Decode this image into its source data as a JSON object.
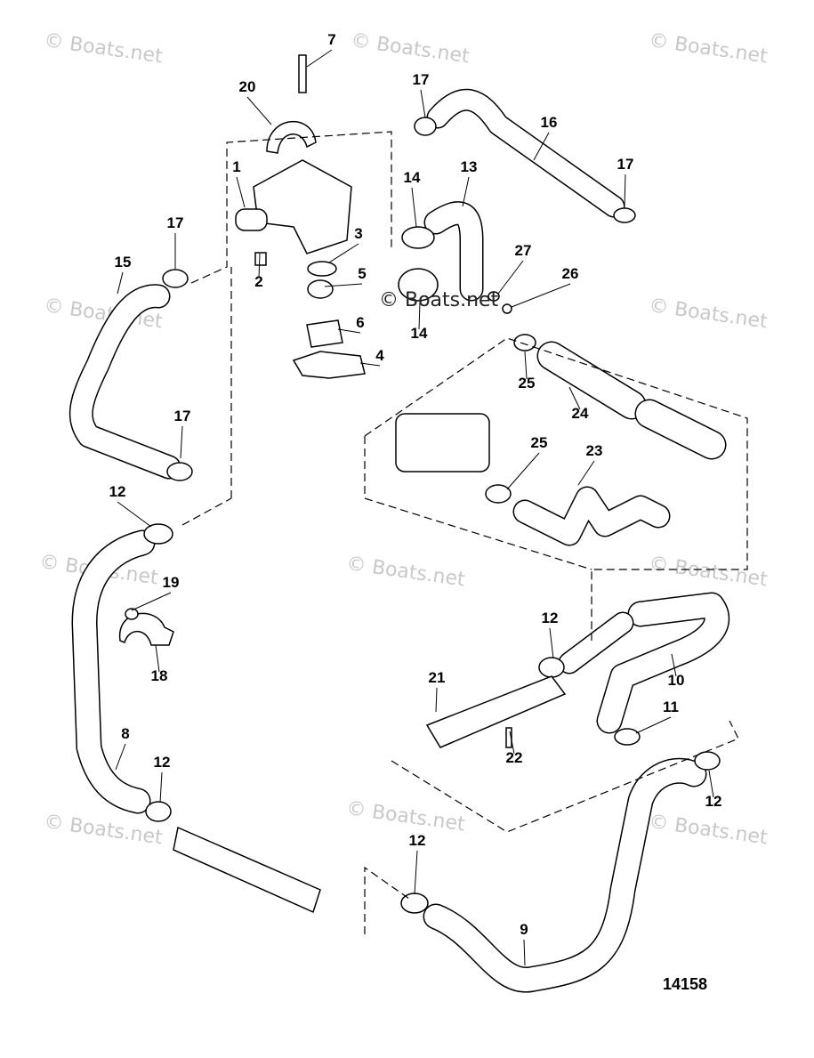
{
  "diagram": {
    "figure_number": "14158",
    "watermark": "© Boats.net",
    "center_watermark": "© Boats.net",
    "callouts": [
      "7",
      "20",
      "17",
      "16",
      "17",
      "1",
      "14",
      "13",
      "3",
      "17",
      "15",
      "2",
      "5",
      "27",
      "26",
      "6",
      "14",
      "4",
      "25",
      "24",
      "17",
      "25",
      "23",
      "12",
      "19",
      "12",
      "21",
      "10",
      "18",
      "11",
      "8",
      "12",
      "22",
      "12",
      "12",
      "9"
    ],
    "colors": {
      "line": "#000000",
      "watermark": "#c8c8c8"
    }
  }
}
